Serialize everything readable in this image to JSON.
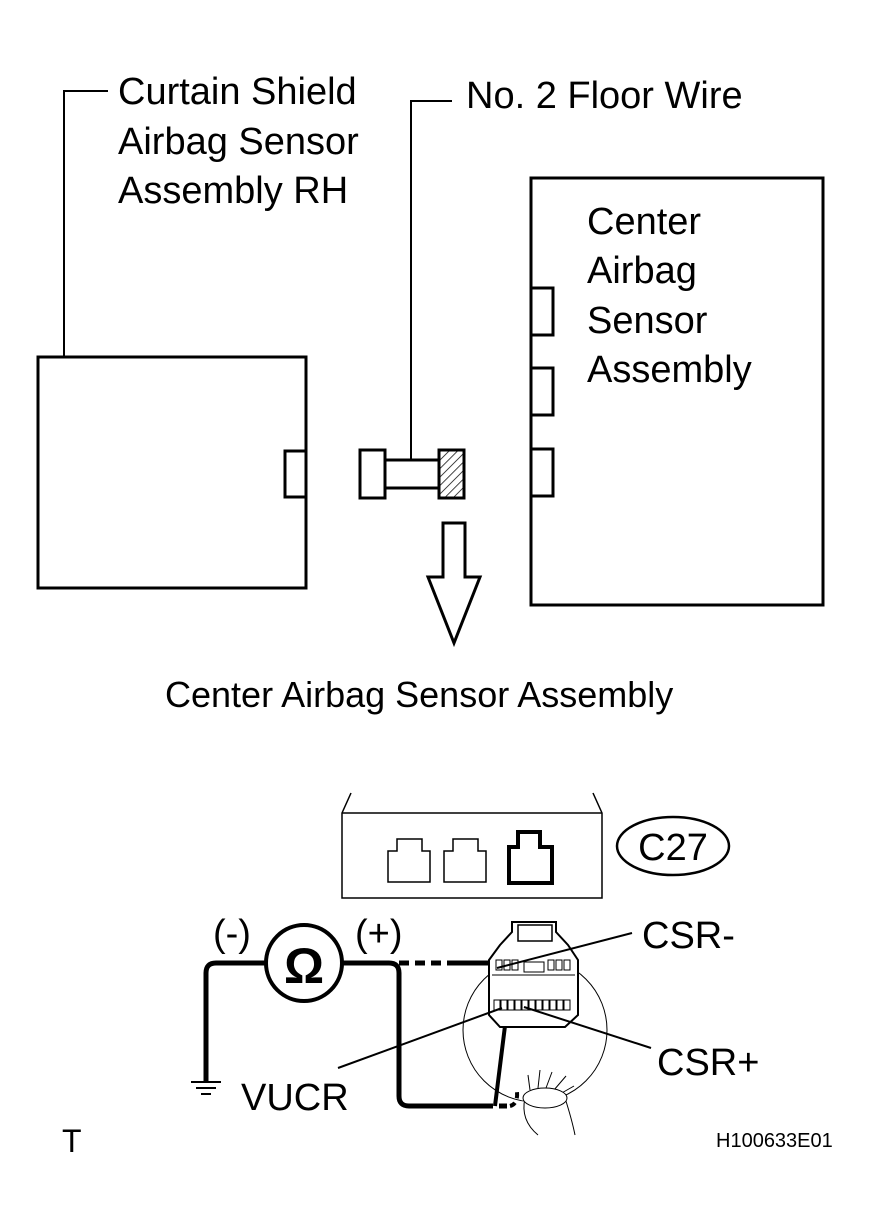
{
  "labels": {
    "curtain_sensor": [
      "Curtain Shield",
      "Airbag Sensor",
      "Assembly RH"
    ],
    "floor_wire": "No. 2 Floor Wire",
    "center_sensor": [
      "Center",
      "Airbag",
      "Sensor",
      "Assembly"
    ],
    "connector_heading": "Center Airbag Sensor Assembly",
    "connector_code": "C27",
    "ohmmeter_symbol": "Ω",
    "minus_lead": "(-)",
    "plus_lead": "(+)",
    "terminal_csr_minus": "CSR-",
    "terminal_csr_plus": "CSR+",
    "terminal_vucr": "VUCR",
    "corner_mark": "T",
    "figure_id": "H100633E01"
  }
}
